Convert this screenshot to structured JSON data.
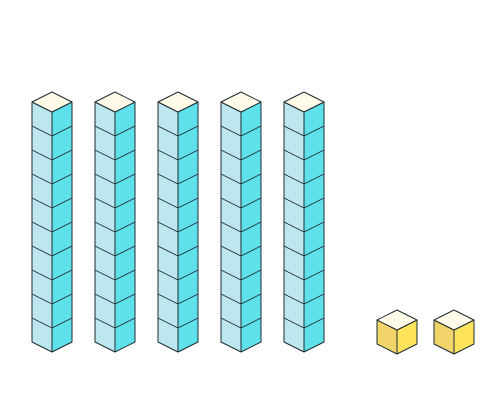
{
  "base_ten_blocks": {
    "tens_rods": 5,
    "cubes_per_rod": 10,
    "ones_cubes": 2,
    "represented_value": 52
  },
  "colors": {
    "rod_left_face": "#bde7ee",
    "rod_right_face": "#5ee1ea",
    "rod_top_face": "#fffbe8",
    "unit_left_face": "#f1d46a",
    "unit_right_face": "#ffe35a",
    "unit_top_face": "#fffbe8",
    "outline": "#1f2d33"
  }
}
